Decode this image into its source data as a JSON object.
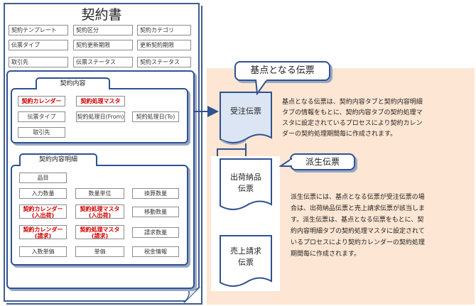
{
  "contract": {
    "title": "契約書",
    "header_fields": [
      [
        "契約テンプレート",
        "契約区分",
        "契約カテゴリ"
      ],
      [
        "伝票タイプ",
        "契約更新期限",
        "更新契約期限"
      ],
      [
        "取引先",
        "伝票ステータス",
        "契約ステータス"
      ]
    ],
    "contents_tab": {
      "title": "契約内容",
      "fields": {
        "calendar": "契約カレンダー",
        "master": "契約処理マスタ",
        "slip_type": "伝票タイプ",
        "date_from": "契約処理日(From)",
        "date_to": "契約処理日(To)",
        "customer": "取引先"
      }
    },
    "details_tab": {
      "title": "契約内容明細",
      "fields": {
        "item": "品目",
        "input_qty": "入力数量",
        "qty_unit": "数量単位",
        "converted_qty": "換算数量",
        "cal_ship_1": "契約カレンダー",
        "cal_ship_2": "(入出荷)",
        "mst_ship_1": "契約処理マスタ",
        "mst_ship_2": "(入出荷)",
        "move_qty": "移動数量",
        "cal_bill_1": "契約カレンダー",
        "cal_bill_2": "(請求)",
        "mst_bill_1": "契約処理マスタ",
        "mst_bill_2": "(請求)",
        "bill_qty": "請求数量",
        "input_price": "入数単価",
        "unit_price": "単価",
        "tax_info": "税金情報"
      }
    }
  },
  "base_slip": {
    "callout": "基点となる伝票",
    "doc_label": "受注伝票",
    "description": [
      "基点となる伝票は、契約内容タブと契約内容明細",
      "タブの情報をもとに、契約内容タブの契約処理マ",
      "スタに設定されているプロセスにより契約カレン",
      "ダーの契約処理期間毎に作成されます。"
    ]
  },
  "derived_slip": {
    "callout": "派生伝票",
    "doc1_line1": "出荷納品",
    "doc1_line2": "伝票",
    "doc2_line1": "売上請求",
    "doc2_line2": "伝票",
    "description": [
      "派生伝票には、基点となる伝票が受注伝票の場",
      "合は、出荷納品伝票と売上請求伝票が該当しま",
      "す。派生伝票は、基点となる伝票をもとに、契",
      "約内容明細タブの契約処理マスタに設定されて",
      "いるプロセスにより契約カレンダーの契約処理",
      "期間毎に作成されます。"
    ]
  },
  "colors": {
    "border": "#2f5291",
    "required_text": "#d00000",
    "base_doc_fill": "#dbe5f4",
    "background": "#fde6d3"
  }
}
